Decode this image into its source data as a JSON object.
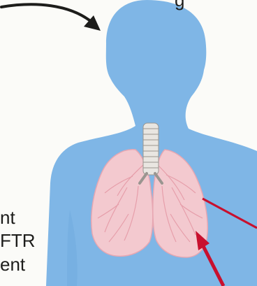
{
  "captions": {
    "top_fragment": "g",
    "line1": "nt",
    "line2": "FTR",
    "line3": "ent"
  },
  "colors": {
    "body_fill": "#7fb6e6",
    "lung_fill": "#f3c9cf",
    "lung_vessels": "#e59aa6",
    "trachea": "#e9e6e1",
    "black_arrow": "#1d1d1b",
    "red_arrow": "#c8102e",
    "background": "#fbfbf8"
  }
}
